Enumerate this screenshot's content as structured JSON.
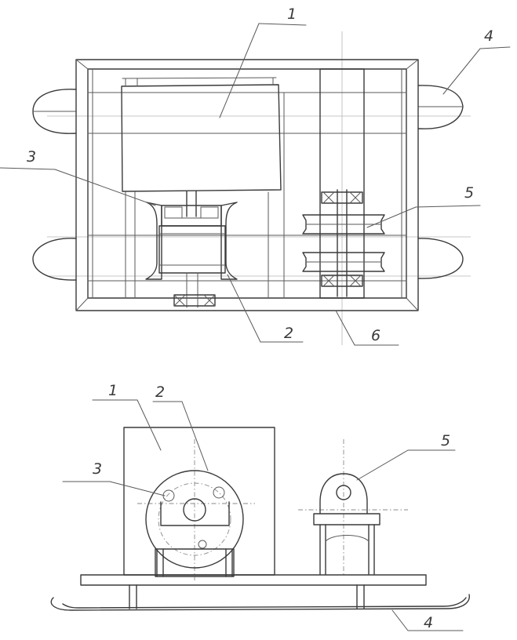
{
  "top_view": {
    "callouts": {
      "c1": "1",
      "c2": "2",
      "c3": "3",
      "c4": "4",
      "c5": "5",
      "c6": "6"
    }
  },
  "front_view": {
    "callouts": {
      "c1": "1",
      "c2": "2",
      "c3": "3",
      "c4": "4",
      "c5": "5"
    }
  }
}
